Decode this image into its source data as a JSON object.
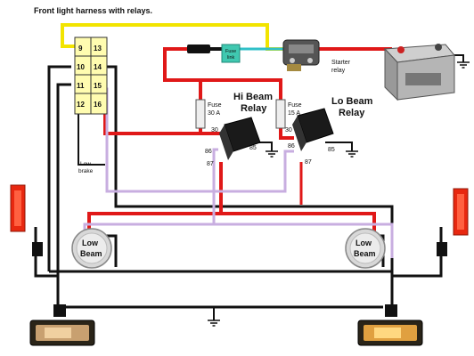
{
  "title": "Front light harness  with relays.",
  "fuse_block": {
    "terminals": [
      "9",
      "13",
      "10",
      "14",
      "11",
      "15",
      "12",
      "16"
    ]
  },
  "fuse_link": {
    "label_line1": "Fuse",
    "label_line2": "link"
  },
  "starter_relay": {
    "label_line1": "Starter",
    "label_line2": "relay"
  },
  "hi_beam_relay": {
    "title_line1": "Hi Beam",
    "title_line2": "Relay",
    "fuse_line1": "Fuse",
    "fuse_line2": "30 A",
    "pins": {
      "p30": "30",
      "p86": "86",
      "p87": "87",
      "p85": "85"
    }
  },
  "lo_beam_relay": {
    "title_line1": "Lo Beam",
    "title_line2": "Relay",
    "fuse_line1": "Fuse",
    "fuse_line2": "15 A",
    "pins": {
      "p30": "30",
      "p86": "86",
      "p87": "87",
      "p85": "85"
    }
  },
  "low_brake": {
    "line1": "Low",
    "line2": "brake"
  },
  "headlights": [
    {
      "line1": "Low",
      "line2": "Beam"
    },
    {
      "line1": "Low",
      "line2": "Beam"
    }
  ],
  "colors": {
    "red_wire": "#e01818",
    "yellow_wire": "#f2e400",
    "black_wire": "#111111",
    "violet_wire": "#c8aee0",
    "cyan_wire": "#30c0c8",
    "fuse_link_fill": "#40c8b0",
    "marker_lamp": "#e82810"
  }
}
